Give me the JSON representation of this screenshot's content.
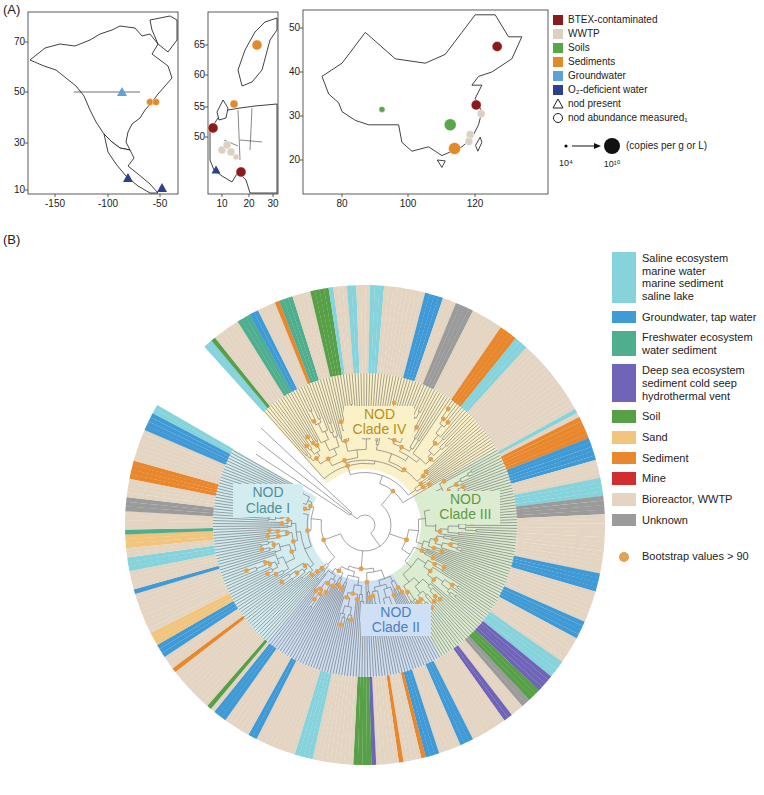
{
  "diagram": {
    "labels": [
      "(A)",
      "70",
      "50",
      "30",
      "10",
      "-150",
      "-100",
      "-50",
      "65",
      "60",
      "55",
      "50",
      "10",
      "20",
      "30",
      "50",
      "40",
      "30",
      "20",
      "80",
      "100",
      "120",
      "10⁴",
      "10¹⁰",
      "(copies per g or L)",
      "(B)",
      "NOD Clade IV",
      "NOD Clade III",
      "NOD Clade II",
      "NOD Clade I"
    ],
    "legend": [
      {
        "text": "BTEX-contaminated",
        "color": "#8b1a1a"
      },
      {
        "text": "WWTP",
        "color": "#ddd0c2"
      },
      {
        "text": "Soils",
        "color": "#58a84a"
      },
      {
        "text": "Sediments",
        "color": "#e08a2a"
      },
      {
        "text": "Groundwater",
        "color": "#5ea3d8"
      },
      {
        "text": "O₂-deficient water",
        "color": "#2d3f8f"
      },
      {
        "text": "nod present"
      },
      {
        "text": "nod abundance measured₁"
      },
      {
        "text": "Saline ecosystem marine water marine sediment saline lake",
        "color": "#86d3dc"
      },
      {
        "text": "Groundwater, tap water",
        "color": "#3f9ad6"
      },
      {
        "text": "Freshwater ecosystem water sediment",
        "color": "#4fae8e"
      },
      {
        "text": "Deep sea ecosystem sediment cold seep hydrothermal vent",
        "color": "#6f64b8"
      },
      {
        "text": "Soil",
        "color": "#58a048"
      },
      {
        "text": "Sand",
        "color": "#f2c57e"
      },
      {
        "text": "Sediment",
        "color": "#e8872c"
      },
      {
        "text": "Mine",
        "color": "#d12f2f"
      },
      {
        "text": "Bioreactor, WWTP",
        "color": "#e4d5c3"
      },
      {
        "text": "Unknown",
        "color": "#9b9b9b"
      },
      {
        "text": "Bootstrap values > 90",
        "color": "#e3a24f"
      }
    ]
  }
}
